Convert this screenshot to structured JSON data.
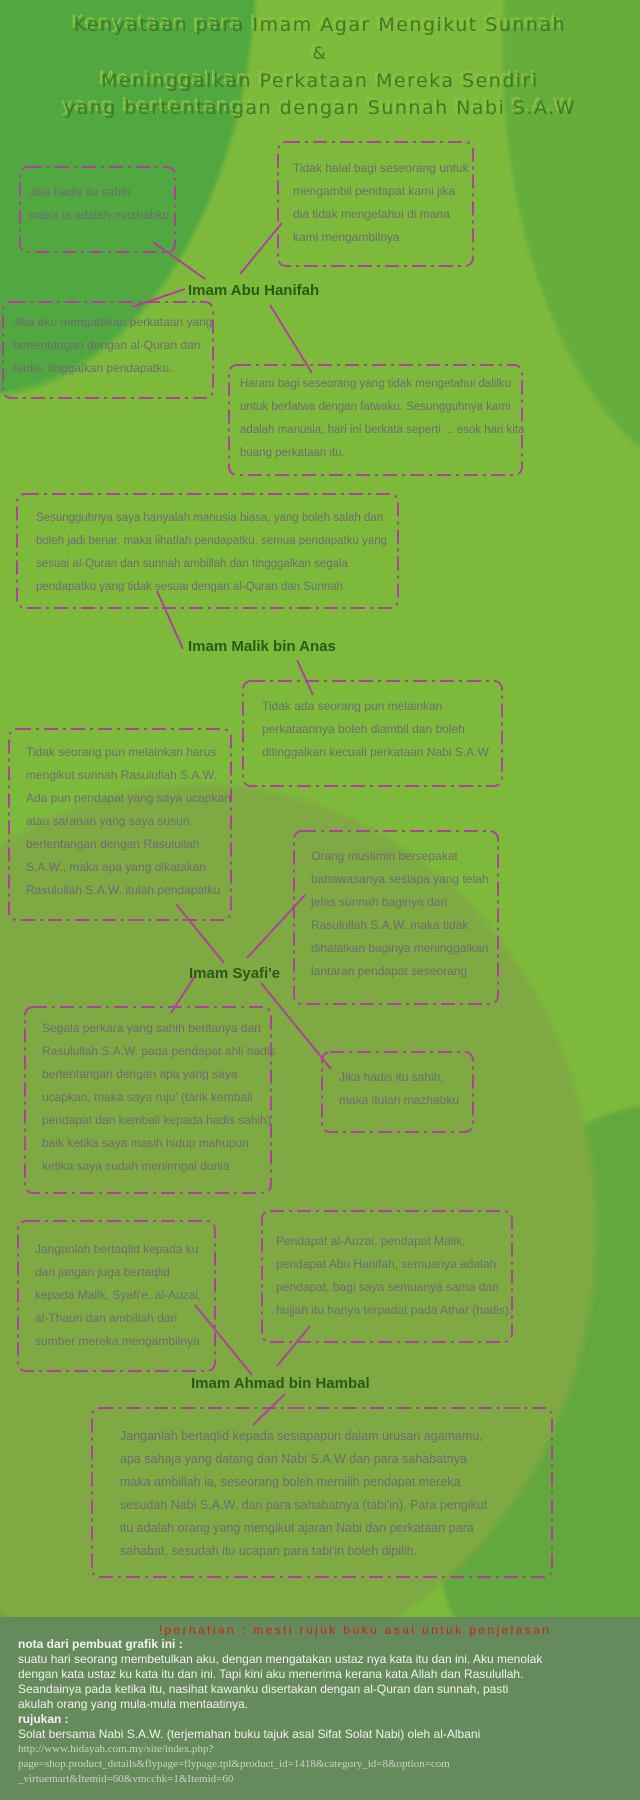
{
  "title": {
    "lines": [
      "Kenyataan para Imam Agar Mengikut Sunnah",
      "&",
      "Meninggalkan Perkataan Mereka Sendiri",
      "yang bertentangan dengan Sunnah Nabi S.A.W"
    ]
  },
  "colors": {
    "border": "#b0409c",
    "text": "#6f6b74",
    "imam": "#2a5a18",
    "warning": "#d0201c"
  },
  "imams": [
    {
      "name": "Imam Abu Hanifah",
      "quotes": [
        [
          "Jika hadis itu sahih",
          "maka ia adalah mazhabku."
        ],
        [
          "Tidak halal bagi seseorang untuk",
          "mengambil pendapat kami jika",
          "dia tidak mengetahui di mana",
          "kami mengambilnya"
        ],
        [
          "Jika aku mengatakan perkataan yang",
          "bertentangan dengan al-Quran dan",
          "hadis, tinggalkan pendapatku."
        ],
        [
          "Haram  bagi seseorang yang tidak mengetahui dalilku",
          "untuk berfatwa dengan fatwaku. Sesungguhnya kami",
          "adalah manusia, hari ini berkata seperti ... esok hari kita",
          "buang perkataan itu."
        ]
      ]
    },
    {
      "name": "Imam Malik bin Anas",
      "quotes": [
        [
          "Sesungguhnya saya hanyalah manusia biasa, yang boleh salah dan",
          "boleh jadi benar, maka lihatlah pendapatku, semua pendapatku yang",
          "sesuai al-Quran dan sunnah ambillah dan tingggalkan segala",
          "pendapatku yang tidak sesuai dengan al-Quran dan Sunnah"
        ],
        [
          "Tidak ada seorang pun melainkan",
          "perkataannya boleh diambil dan boleh",
          "ditinggalkan kecuali perkataan Nabi S.A.W"
        ]
      ]
    },
    {
      "name": "Imam Syafi'e",
      "quotes": [
        [
          "Tidak seorang pun melainkan harus",
          "mengikut sunnah Rasulullah S.A.W.",
          "Ada pun pendapat yang saya ucapkan",
          "atau saranan yang saya susun",
          "bertentangan dengan Rasulullah",
          "S.A.W., maka apa yang dikatakan",
          "Rasulullah S.A.W. itulah pendapatku"
        ],
        [
          "Orang muslimin bersepakat",
          "bahawasanya sesiapa yang telah",
          "jelas sunnah baginya dari",
          "Rasulullah S.A.W. maka tidak",
          "dihalalkan baginya meninggalkan",
          "lantaran pendapat seseorang"
        ],
        [
          "Segala perkara yang sahih beritanya dari",
          "Rasulullah S.A.W. pada pendapat ahli hadis",
          "bertentangan dengan apa yang saya",
          "ucapkan, maka saya ruju' (tarik kembali",
          "pendapat dan kembali kepada hadis sahih)",
          "baik ketika saya masih hidup mahupun",
          "ketika saya sudah meninngal dunia"
        ],
        [
          "Jika hadis itu sahih,",
          "maka itulah mazhabku"
        ]
      ]
    },
    {
      "name": "Imam Ahmad bin Hambal",
      "quotes": [
        [
          "Janganlah bertaqlid kepada ku",
          "dan jangan juga bertaqlid",
          "kepada Malik, Syafi'e, al-Auzai,",
          "al-Thauri dan ambillah dari",
          "sumber mereka mengambilnya"
        ],
        [
          "Pendapat al-Auzai, pendapat Malik,",
          "pendapat Abu Hanifah, semuanya adalah",
          "pendapat, bagi saya semuanya sama dan",
          "hujjah itu hanya terpadat pada Athar (hadis)."
        ],
        [
          "Janganlah bertaqlid kepada sesiapapun dalam urusan agamamu,",
          "apa sahaja yang datang dari Nabi S.A.W dan para sahabatnya",
          "maka ambillah ia, seseorang boleh memilih pendapat mereka",
          "sesudah Nabi S.A.W. dan para sahabatnya (tabi'in). Para pengikut",
          "itu adalah orang yang mengikut ajaran Nabi dan perkataan para",
          "sahabat, sesudah itu ucapan para tabi'in boleh dipilih."
        ]
      ]
    }
  ],
  "footer": {
    "warning": "!perhatian : mesti rujuk buku asal untuk penjelasan",
    "note_heading": "nota dari pembuat grafik ini :",
    "note_lines": [
      "suatu hari seorang membetulkan aku, dengan mengatakan ustaz nya kata itu dan ini. Aku menolak",
      "dengan kata ustaz ku kata itu dan ini. Tapi kini aku menerima kerana kata Allah dan Rasulullah.",
      "Seandainya pada ketika itu, nasihat kawanku disertakan dengan al-Quran dan sunnah, pasti",
      "akulah orang yang mula-mula mentaatinya."
    ],
    "ref_heading": "rujukan :",
    "ref_book": "Solat bersama Nabi S.A.W. (terjemahan buku tajuk asal Sifat Solat Nabi) oleh  al-Albani",
    "ref_url_lines": [
      "http://www.hidayah.com.my/site/index.php?",
      "page=shop.product_details&flypage=flypage.tpl&product_id=1418&category_id=8&option=com",
      "_virtuemart&Itemid=60&vmcchk=1&Itemid=60"
    ]
  }
}
